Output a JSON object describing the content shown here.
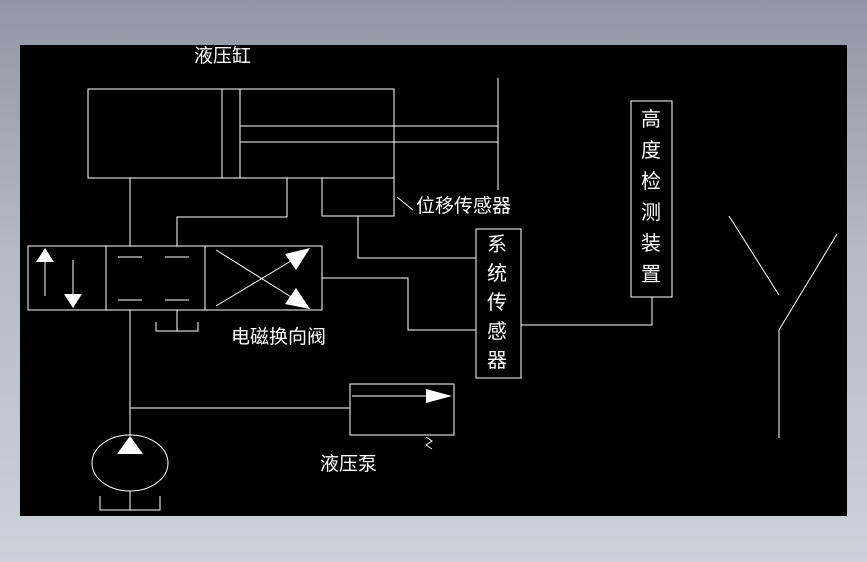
{
  "labels": {
    "cylinder": "液压缸",
    "displacement_sensor": "位移传感器",
    "solenoid_valve": "电磁换向阀",
    "pump": "液压泵",
    "system_sensor": [
      "系",
      "统",
      "传",
      "感",
      "器"
    ],
    "height_detector": [
      "高",
      "度",
      "检",
      "测",
      "装",
      "置"
    ]
  },
  "colors": {
    "background": "#000000",
    "line": "#ffffff",
    "frame_gradient_top": "#8f97a6",
    "frame_gradient_bottom": "#cdd1da"
  }
}
